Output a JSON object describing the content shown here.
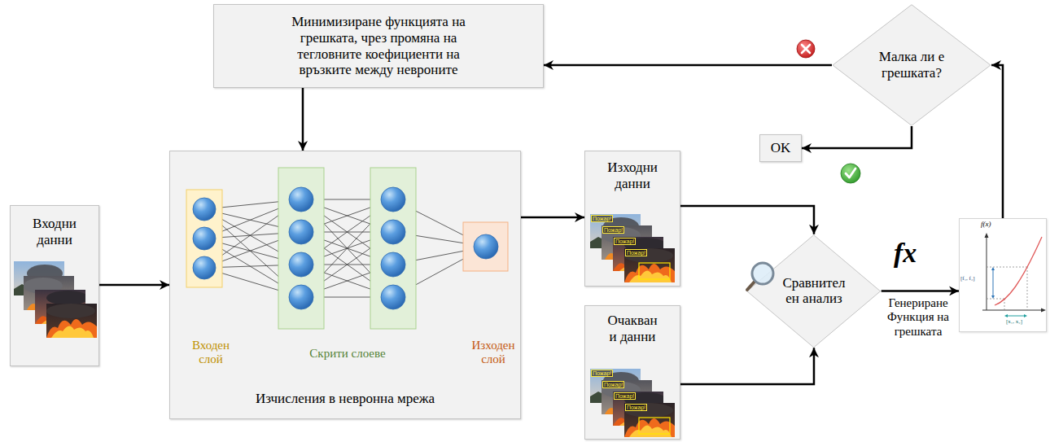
{
  "diagram": {
    "nodes": [
      {
        "text": [
          "Входни данни"
        ]
      },
      {
        "text": [
          "Изчисления в невронна мрежа"
        ]
      },
      {
        "text": [
          "Входен слой"
        ],
        "in": 1
      },
      {
        "text": [
          "Скрити слоеве"
        ],
        "in": 1
      },
      {
        "text": [
          "Изходен слой"
        ],
        "in": 1
      },
      {
        "text": [
          "Минимизиране функцията на грешката, чрез промяна на тегловните коефициенти на връзките между невроните"
        ]
      },
      {
        "text": [
          "Изходни данни"
        ]
      },
      {
        "text": [
          "Очакван и данни"
        ]
      },
      {
        "text": [
          "Сравнител ен анализ"
        ]
      },
      {
        "text": [
          "f(x)",
          "[f₁, f₂]",
          "[x₁, x₂]"
        ]
      },
      {
        "text": [
          "Малка ли е грешката?"
        ]
      },
      {
        "text": [
          "OK"
        ]
      }
    ],
    "edges": [
      {
        "from": 0,
        "to": 1,
        "arrow": "to"
      },
      {
        "from": 1,
        "to": 6,
        "arrow": "to"
      },
      {
        "from": 6,
        "to": 8,
        "arrow": "to"
      },
      {
        "from": 7,
        "to": 8,
        "arrow": "to"
      },
      {
        "from": 8,
        "to": 9,
        "arrow": "to"
      },
      {
        "from": 9,
        "to": 10,
        "arrow": "to"
      },
      {
        "from": 10,
        "to": 5,
        "arrow": "to"
      },
      {
        "from": 5,
        "to": 1,
        "arrow": "to"
      },
      {
        "from": 10,
        "to": 11,
        "arrow": "to"
      }
    ],
    "labels": [
      "fx",
      "Генериране Функция на грешката",
      "Пожар!",
      "Пожар!",
      "Пожар!",
      "Пожар!",
      "Пожар!",
      "Пожар!",
      "Пожар!",
      "Пожар!"
    ]
  }
}
